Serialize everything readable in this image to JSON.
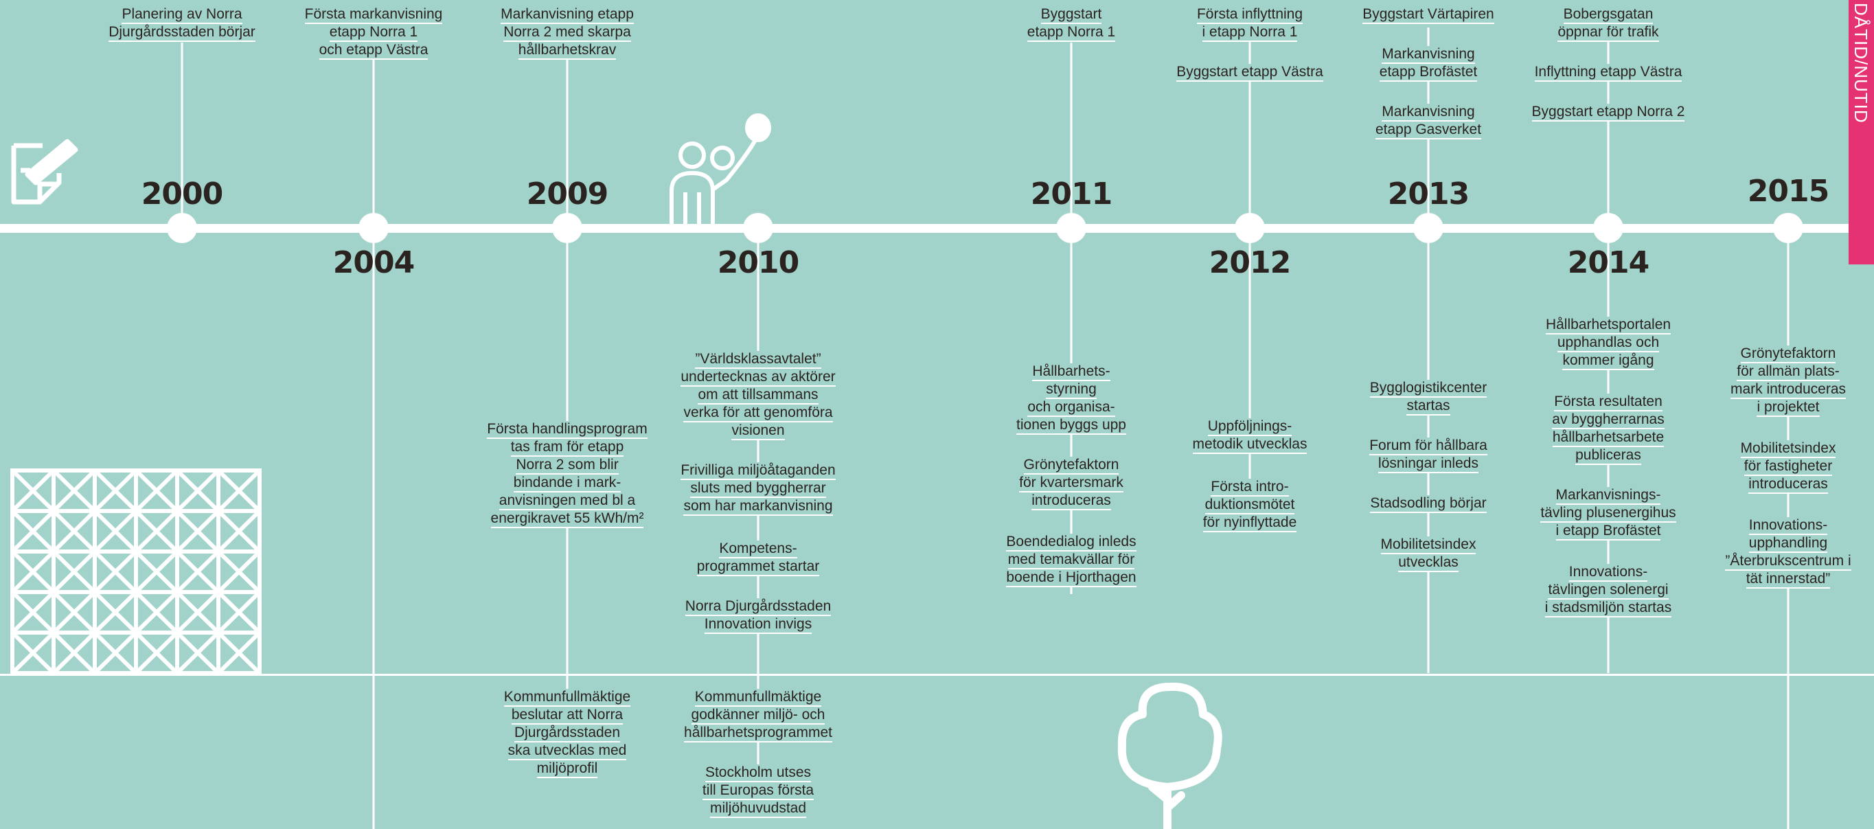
{
  "tab_label": "DÅTID/NUTID",
  "years": [
    {
      "id": "y2000",
      "label": "2000"
    },
    {
      "id": "y2004",
      "label": "2004"
    },
    {
      "id": "y2009",
      "label": "2009"
    },
    {
      "id": "y2010",
      "label": "2010"
    },
    {
      "id": "y2011",
      "label": "2011"
    },
    {
      "id": "y2012",
      "label": "2012"
    },
    {
      "id": "y2013",
      "label": "2013"
    },
    {
      "id": "y2014",
      "label": "2014"
    },
    {
      "id": "y2015",
      "label": "2015"
    }
  ],
  "events": {
    "e2000_1": "Planering av Norra\nDjurgårdsstaden börjar",
    "e2004_1": "Första markanvisning\netapp Norra 1\noch etapp Västra",
    "e2009_1": "Markanvisning etapp\nNorra 2 med skarpa\nhållbarhetskrav",
    "e2009_2": "Första handlingsprogram\ntas fram för etapp\nNorra 2 som blir\nbindande i mark-\nanvisningen med bl a\nenergikravet 55 kWh/m²",
    "e2009_3": "Kommunfullmäktige\nbeslutar att Norra\nDjurgårdsstaden\nska utvecklas med\nmiljöprofil",
    "e2010_1": "”Världsklassavtalet”\nundertecknas av aktörer\nom att tillsammans\nverka för att genomföra\nvisionen",
    "e2010_2": "Frivilliga miljöåtaganden\nsluts med byggherrar\nsom har markanvisning",
    "e2010_3": "Kompetens-\nprogrammet startar",
    "e2010_4": "Norra Djurgårdsstaden\nInnovation invigs",
    "e2010_5": "Kommunfullmäktige\ngodkänner miljö- och\nhållbarhetsprogrammet",
    "e2010_6": "Stockholm utses\ntill Europas första\nmiljöhuvudstad",
    "e2011_1": "Byggstart\netapp Norra 1",
    "e2011_2": "Hållbarhets-\nstyrning\noch organisa-\ntionen byggs upp",
    "e2011_3": "Grönytefaktorn\nför kvartersmark\nintroduceras",
    "e2011_4": "Boendedialog inleds\nmed temakvällar för\nboende i Hjorthagen",
    "e2012_1": "Första inflyttning\ni etapp Norra 1",
    "e2012_2": "Byggstart etapp Västra",
    "e2012_3": "Uppföljnings-\nmetodik utvecklas",
    "e2012_4": "Första intro-\nduktionsmötet\nför nyinflyttade",
    "e2013_1": "Byggstart Värtapiren",
    "e2013_2": "Markanvisning\netapp Brofästet",
    "e2013_3": "Markanvisning\netapp Gasverket",
    "e2013_4": "Bygglogistikcenter\nstartas",
    "e2013_5": "Forum för hållbara\nlösningar inleds",
    "e2013_6": "Stadsodling börjar",
    "e2013_7": "Mobilitetsindex\nutvecklas",
    "e2014_1": "Bobergsgatan\nöppnar för trafik",
    "e2014_2": "Inflyttning etapp Västra",
    "e2014_3": "Byggstart etapp Norra 2",
    "e2014_4": "Hållbarhetsportalen\nupphandlas och\nkommer igång",
    "e2014_5": "Första resultaten\nav byggherrarnas\nhållbarhetsarbete\npubliceras",
    "e2014_6": "Markanvisnings-\ntävling plusenergihus\ni etapp Brofästet",
    "e2014_7": "Innovations-\ntävlingen solenergi\ni stadsmiljön startas",
    "e2015_1": "Grönytefaktorn\nför allmän plats-\nmark introduceras\ni projektet",
    "e2015_2": "Mobilitetsindex\nför fastigheter\nintroduceras",
    "e2015_3": "Innovations-\nupphandling\n”Återbrukscentrum i\ntät innerstad”"
  },
  "icons": [
    "notepad-icon",
    "person-with-balloon-icon",
    "lattice-pattern-icon",
    "tree-icon"
  ],
  "colors": {
    "background": "#a2d3cb",
    "line": "#ffffff",
    "text": "#2a2320",
    "tab": "#e53273"
  }
}
